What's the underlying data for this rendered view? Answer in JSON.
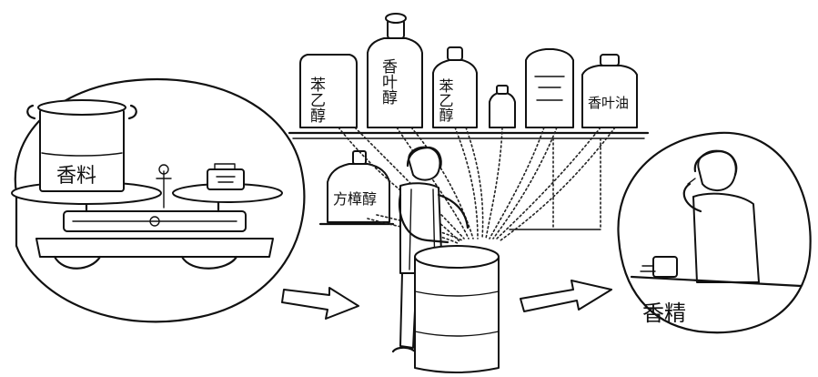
{
  "illustration": {
    "left_pot_label": "香料",
    "left_weight_label": "",
    "bottle_labels": [
      "苯乙醇",
      "香叶醇",
      "苯乙醇",
      "",
      "",
      "香叶油"
    ],
    "shelf_jar_label": "方樟醇",
    "product_label": "香精"
  }
}
